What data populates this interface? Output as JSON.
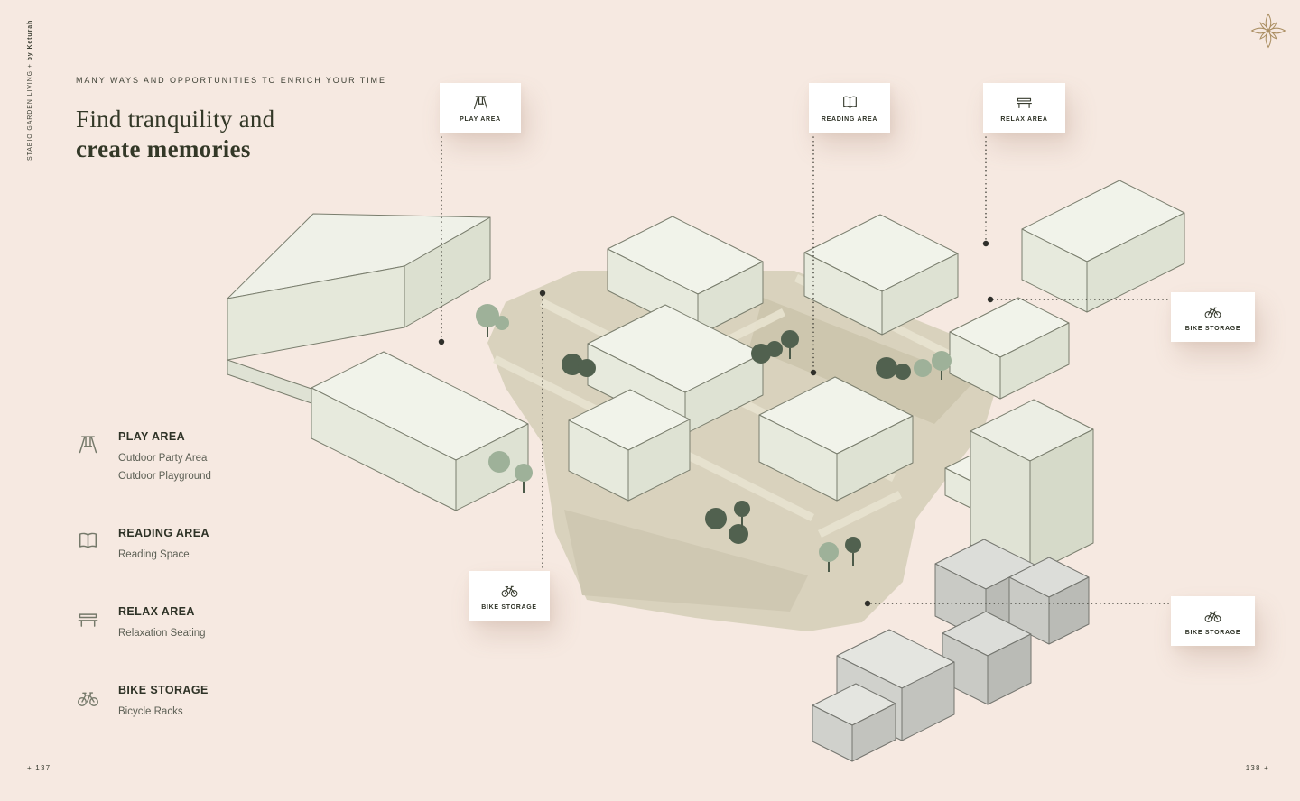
{
  "page": {
    "side_text_1": "STABIO GARDEN LIVING + ",
    "side_text_2": "by Keturah",
    "page_number_left": "+ 137",
    "page_number_right": "138 +"
  },
  "header": {
    "eyebrow": "MANY WAYS AND OPPORTUNITIES TO ENRICH YOUR TIME",
    "title_line1": "Find tranquility and",
    "title_line2": "create memories"
  },
  "legend": {
    "items": [
      {
        "icon": "swing-icon",
        "label": "PLAY AREA",
        "lines": [
          "Outdoor Party Area",
          "Outdoor Playground"
        ]
      },
      {
        "icon": "book-icon",
        "label": "READING AREA",
        "lines": [
          "Reading Space"
        ]
      },
      {
        "icon": "bench-icon",
        "label": "RELAX AREA",
        "lines": [
          "Relaxation Seating"
        ]
      },
      {
        "icon": "bike-icon",
        "label": "BIKE STORAGE",
        "lines": [
          "Bicycle Racks"
        ]
      }
    ]
  },
  "map": {
    "callouts": [
      {
        "icon": "swing-icon",
        "label": "PLAY AREA"
      },
      {
        "icon": "book-icon",
        "label": "READING AREA"
      },
      {
        "icon": "bench-icon",
        "label": "RELAX AREA"
      },
      {
        "icon": "bike-icon",
        "label": "BIKE STORAGE"
      },
      {
        "icon": "bike-icon",
        "label": "BIKE STORAGE"
      },
      {
        "icon": "bike-icon",
        "label": "BIKE STORAGE"
      }
    ]
  },
  "colors": {
    "background": "#f6e9e1",
    "ink": "#35392c",
    "ground": "#d9d2bd",
    "building_white": "#f1f3ea",
    "building_gray": "#dcddd9",
    "tree_dark": "#51614f",
    "tree_sage": "#9eb199",
    "logo_gold": "#ab8f63"
  }
}
